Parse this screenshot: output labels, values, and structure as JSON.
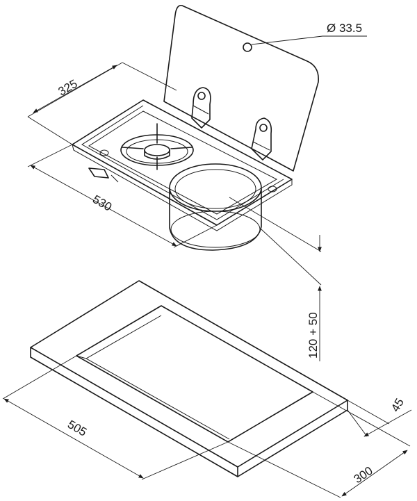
{
  "dimensions": {
    "hole_diameter": "Ø 33.5",
    "lid_depth": "325",
    "unit_width": "530",
    "bowl_height": "120 + 50",
    "counter_thickness": "45",
    "cutout_width": "505",
    "cutout_depth": "300"
  }
}
